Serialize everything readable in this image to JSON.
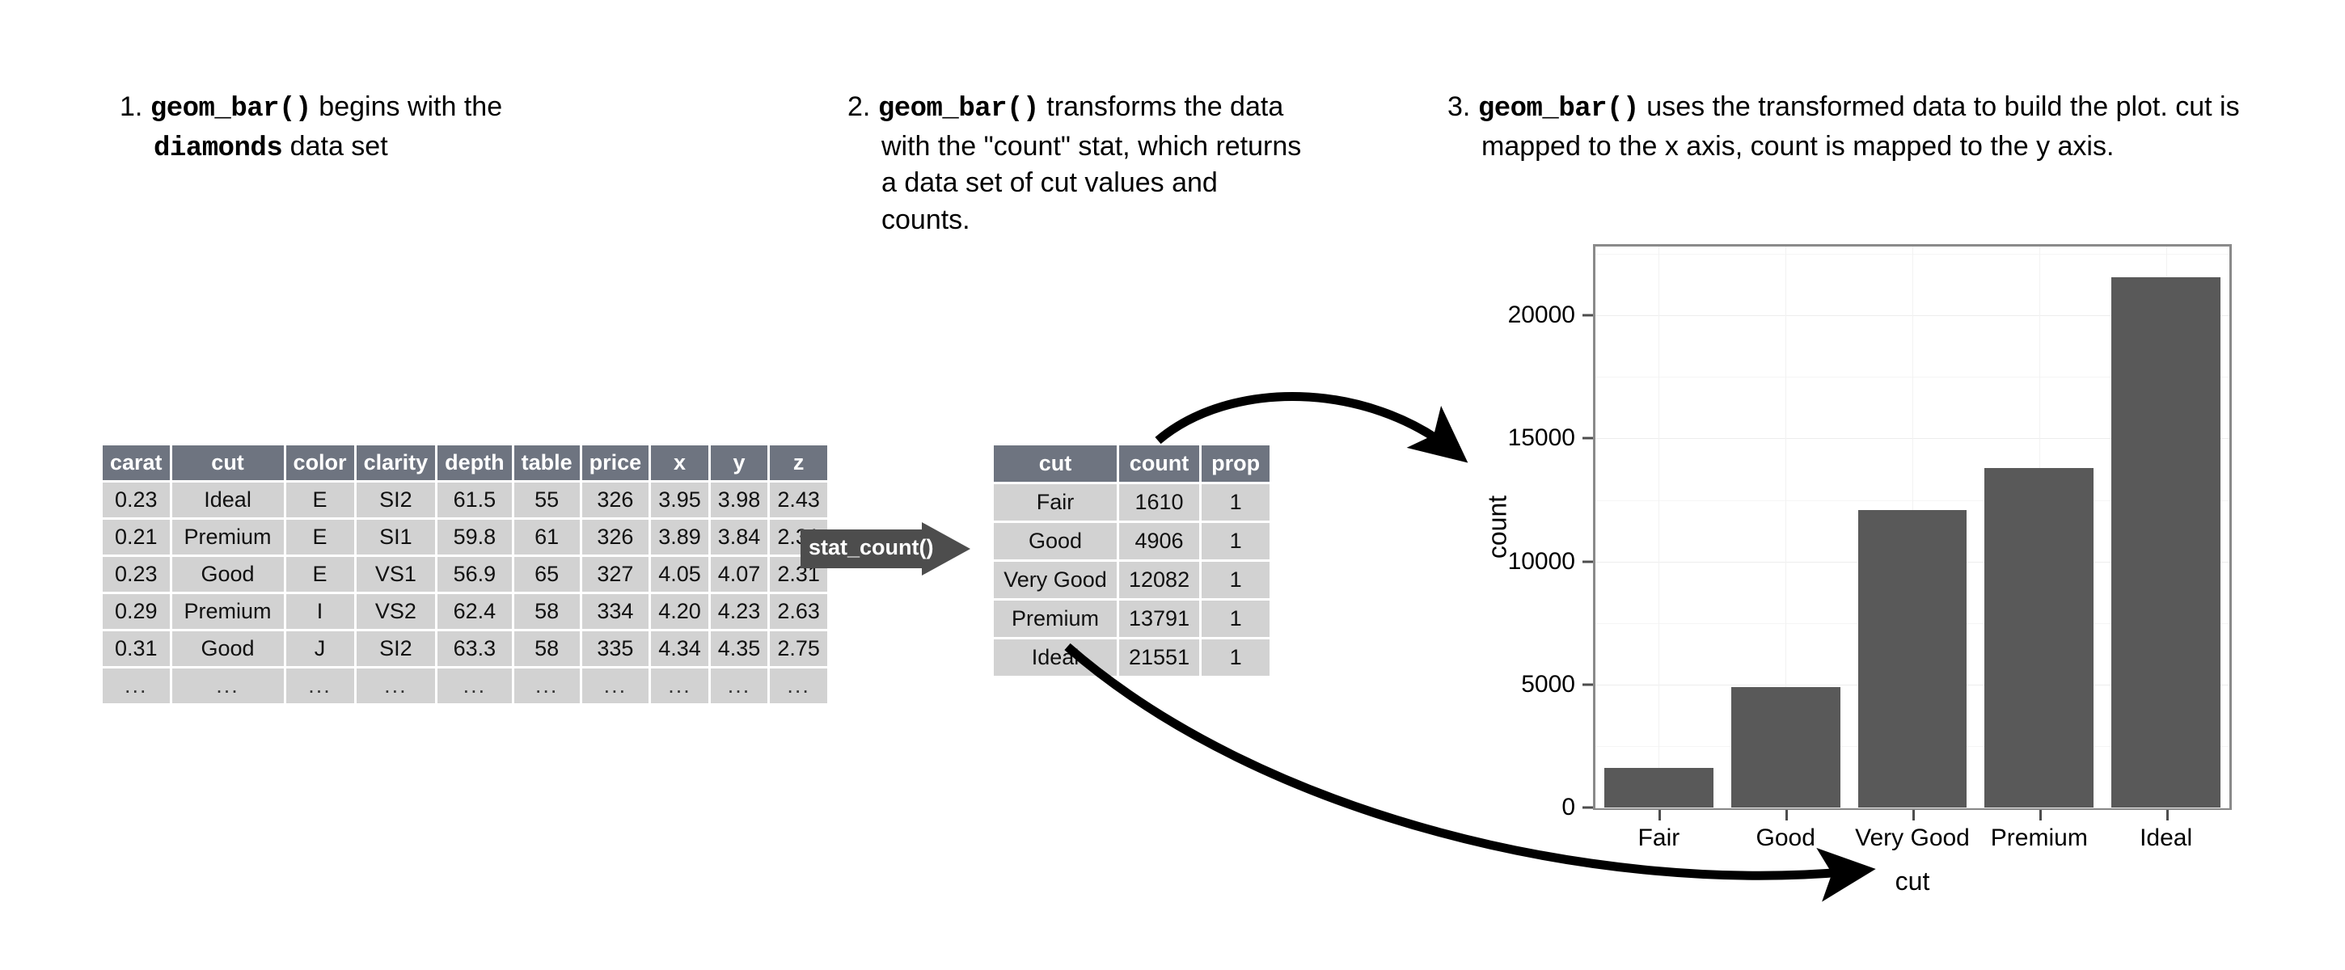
{
  "captions": {
    "step1": {
      "number": "1.",
      "code1": "geom_bar()",
      "text1": " begins with the ",
      "code2": "diamonds",
      "text2": " data set"
    },
    "step2": {
      "number": "2.",
      "code1": "geom_bar()",
      "text1": " transforms the data with the \"count\" stat, which returns a data set of cut values and counts."
    },
    "step3": {
      "number": "3.",
      "code1": "geom_bar()",
      "text1": " uses the transformed data to build the plot. cut is mapped to the x axis, count is mapped to the y axis."
    }
  },
  "diamonds_table": {
    "columns": [
      "carat",
      "cut",
      "color",
      "clarity",
      "depth",
      "table",
      "price",
      "x",
      "y",
      "z"
    ],
    "rows": [
      [
        "0.23",
        "Ideal",
        "E",
        "SI2",
        "61.5",
        "55",
        "326",
        "3.95",
        "3.98",
        "2.43"
      ],
      [
        "0.21",
        "Premium",
        "E",
        "SI1",
        "59.8",
        "61",
        "326",
        "3.89",
        "3.84",
        "2.31"
      ],
      [
        "0.23",
        "Good",
        "E",
        "VS1",
        "56.9",
        "65",
        "327",
        "4.05",
        "4.07",
        "2.31"
      ],
      [
        "0.29",
        "Premium",
        "I",
        "VS2",
        "62.4",
        "58",
        "334",
        "4.20",
        "4.23",
        "2.63"
      ],
      [
        "0.31",
        "Good",
        "J",
        "SI2",
        "63.3",
        "58",
        "335",
        "4.34",
        "4.35",
        "2.75"
      ],
      [
        "...",
        "...",
        "...",
        "...",
        "...",
        "...",
        "...",
        "...",
        "...",
        "..."
      ]
    ]
  },
  "count_table": {
    "columns": [
      "cut",
      "count",
      "prop"
    ],
    "rows": [
      [
        "Fair",
        "1610",
        "1"
      ],
      [
        "Good",
        "4906",
        "1"
      ],
      [
        "Very Good",
        "12082",
        "1"
      ],
      [
        "Premium",
        "13791",
        "1"
      ],
      [
        "Ideal",
        "21551",
        "1"
      ]
    ]
  },
  "stat_arrow": {
    "label": "stat_count()"
  },
  "chart_data": {
    "type": "bar",
    "title": "",
    "categories": [
      "Fair",
      "Good",
      "Very Good",
      "Premium",
      "Ideal"
    ],
    "values": [
      1610,
      4906,
      12082,
      13791,
      21551
    ],
    "xlabel": "cut",
    "ylabel": "count",
    "ylim": [
      0,
      22800
    ],
    "yticks": [
      0,
      5000,
      10000,
      15000,
      20000
    ],
    "ytick_labels": [
      "0",
      "5000",
      "10000",
      "15000",
      "20000"
    ],
    "yminor": [
      2500,
      7500,
      12500,
      17500,
      22500
    ],
    "grid": true,
    "legend": "none",
    "bar_color": "#595959",
    "panel_border_color": "#8a8a8a"
  },
  "colors": {
    "table_header_bg": "#6e7480",
    "table_cell_bg": "#d2d2d2",
    "stat_arrow_bg": "#4d4d4d",
    "bar_fill": "#595959",
    "text": "#000000",
    "connector": "#000000"
  }
}
